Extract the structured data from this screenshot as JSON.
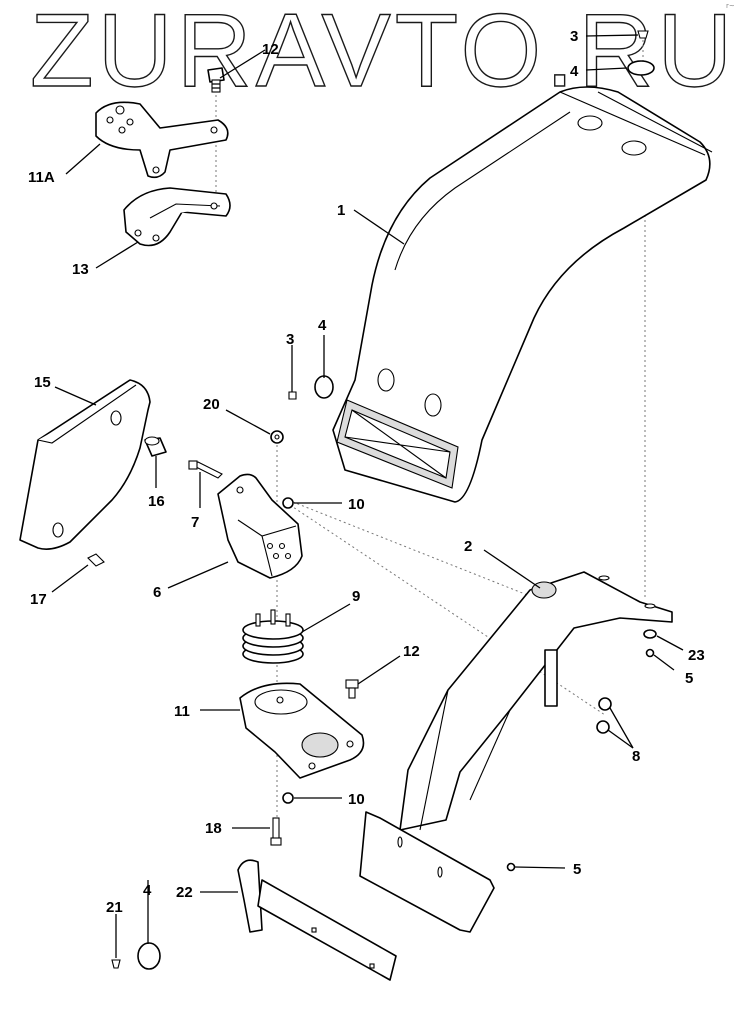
{
  "watermark": "ZURAVTO.RU",
  "corner_mark": "r~",
  "callouts": [
    {
      "id": "1",
      "label": "1"
    },
    {
      "id": "2",
      "label": "2"
    },
    {
      "id": "3a",
      "label": "3"
    },
    {
      "id": "3b",
      "label": "3"
    },
    {
      "id": "4a",
      "label": "4"
    },
    {
      "id": "4b",
      "label": "4"
    },
    {
      "id": "4c",
      "label": "4"
    },
    {
      "id": "5a",
      "label": "5"
    },
    {
      "id": "5b",
      "label": "5"
    },
    {
      "id": "6",
      "label": "6"
    },
    {
      "id": "7",
      "label": "7"
    },
    {
      "id": "8",
      "label": "8"
    },
    {
      "id": "9",
      "label": "9"
    },
    {
      "id": "10a",
      "label": "10"
    },
    {
      "id": "10b",
      "label": "10"
    },
    {
      "id": "11",
      "label": "11"
    },
    {
      "id": "11A",
      "label": "11A"
    },
    {
      "id": "12a",
      "label": "12"
    },
    {
      "id": "12b",
      "label": "12"
    },
    {
      "id": "13",
      "label": "13"
    },
    {
      "id": "15",
      "label": "15"
    },
    {
      "id": "16",
      "label": "16"
    },
    {
      "id": "17",
      "label": "17"
    },
    {
      "id": "18",
      "label": "18"
    },
    {
      "id": "20",
      "label": "20"
    },
    {
      "id": "21",
      "label": "21"
    },
    {
      "id": "22",
      "label": "22"
    },
    {
      "id": "23",
      "label": "23"
    }
  ]
}
